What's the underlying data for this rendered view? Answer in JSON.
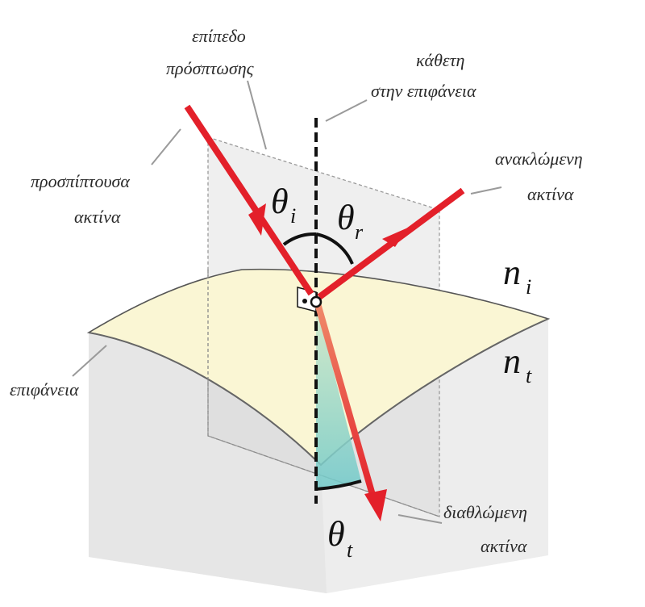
{
  "labels": {
    "plane_line1": "επίπεδο",
    "plane_line2": "πρόσπτωσης",
    "normal_line1": "κάθετη",
    "normal_line2": "στην επιφάνεια",
    "incident_line1": "προσπίπτουσα",
    "incident_line2": "ακτίνα",
    "reflected_line1": "ανακλώμενη",
    "reflected_line2": "ακτίνα",
    "surface": "επιφάνεια",
    "refracted_line1": "διαθλώμενη",
    "refracted_line2": "ακτίνα"
  },
  "symbols": {
    "theta": "θ",
    "sub_i": "i",
    "sub_r": "r",
    "sub_t": "t",
    "n": "n"
  },
  "colors": {
    "ray": "#e3202a",
    "refracted_ray_top": "#ef8a6a",
    "surface_fill": "#faf6d4",
    "block_fill": "#ececec",
    "plane_fill": "#d9d9d9",
    "angle_fill_green": "#cfe8c8",
    "angle_fill_teal": "#6fc9c9",
    "normal_line": "#111111",
    "leader": "#9a9a9a"
  }
}
